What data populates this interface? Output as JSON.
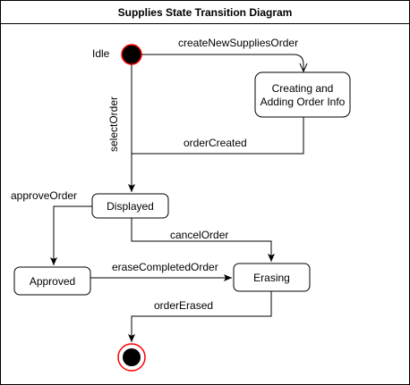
{
  "diagram": {
    "title": "Supplies State Transition Diagram",
    "initial_label": "Idle",
    "states": {
      "creating": {
        "line1": "Creating and",
        "line2": "Adding Order Info"
      },
      "displayed": "Displayed",
      "approved": "Approved",
      "erasing": "Erasing"
    },
    "transitions": {
      "create_new": "createNewSuppliesOrder",
      "select_order": "selectOrder",
      "order_created": "orderCreated",
      "approve_order": "approveOrder",
      "cancel_order": "cancelOrder",
      "erase_completed": "eraseCompletedOrder",
      "order_erased": "orderErased"
    }
  }
}
